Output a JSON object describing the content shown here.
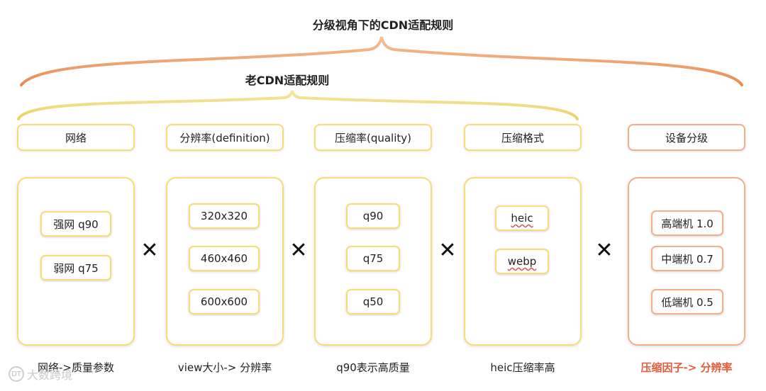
{
  "diagram": {
    "title": "分级视角下的CDN适配规则",
    "subtitle": "老CDN适配规则",
    "operator": "✕",
    "colors": {
      "yellow_border": "#f7dc78",
      "orange_border": "#f2b08a",
      "accent_text": "#e35d3b"
    },
    "columns": [
      {
        "header": "网络",
        "items": [
          "强网 q90",
          "弱网 q75"
        ],
        "caption": "网络->质量参数"
      },
      {
        "header": "分辨率(definition)",
        "items": [
          "320x320",
          "460x460",
          "600x600"
        ],
        "caption": "view大小-> 分辨率"
      },
      {
        "header": "压缩率(quality)",
        "items": [
          "q90",
          "q75",
          "q50"
        ],
        "caption": "q90表示高质量"
      },
      {
        "header": "压缩格式",
        "items": [
          "heic",
          "webp"
        ],
        "caption": "heic压缩率高"
      },
      {
        "header": "设备分级",
        "items": [
          "高端机 1.0",
          "中端机 0.7",
          "低端机 0.5"
        ],
        "caption": "压缩因子-> 分辨率"
      }
    ]
  },
  "watermark": {
    "text": "大数跨境",
    "logo_text": "DT"
  }
}
